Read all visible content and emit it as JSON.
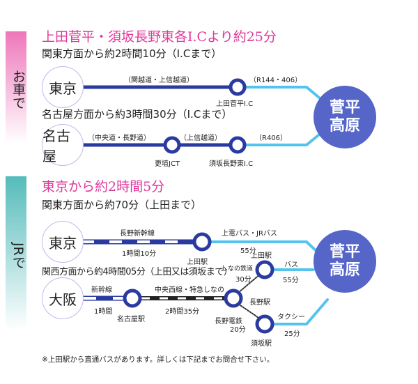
{
  "car": {
    "side_label": "お車で",
    "title": "上田菅平・須坂長野東各I.Cより約25分",
    "kanto": "関東方面から約2時間10分（I.Cまで）",
    "tokyo": "東京",
    "road1": "（関越道・上信越道）",
    "road2": "（R144・406）",
    "ic1": "上田菅平I.C",
    "nagoya_route": "名古屋方面から約3時間30分（I.Cまで）",
    "nagoya": "名古屋",
    "road3": "（中央道・長野道）",
    "road4": "（上信越道）",
    "road5": "（R406）",
    "jct": "更埴JCT",
    "ic2": "須坂長野東I.C"
  },
  "jr": {
    "side_label": "JRで",
    "title": "東京から約2時間5分",
    "kanto": "関東方面から約70分（上田まで）",
    "tokyo": "東京",
    "shinkansen": "長野新幹線",
    "time1": "1時間10分",
    "ueda": "上田駅",
    "bus1": "上電バス・JRバス",
    "bus1_time": "55分",
    "kansai": "関西方面から約4時間05分（上田又は須坂まで）",
    "ueda2": "上田駅",
    "shinano": "しなの鉄道",
    "shinano_time": "30分",
    "bus2": "バス",
    "bus2_time": "55分",
    "osaka": "大阪",
    "shinkansen2": "新幹線",
    "time2": "1時間",
    "nagoya_st": "名古屋駅",
    "chuo": "中央西線・特急しなの",
    "time3": "2時間35分",
    "nagano_st": "長野駅",
    "nagaden": "長野電鉄",
    "nagaden_time": "20分",
    "suzaka": "須坂駅",
    "taxi": "タクシー",
    "taxi_time": "25分"
  },
  "destination": "菅平高原",
  "footnote": "※上田駅から直通バスがあります。詳しくは下記までお問合せ下さい。"
}
